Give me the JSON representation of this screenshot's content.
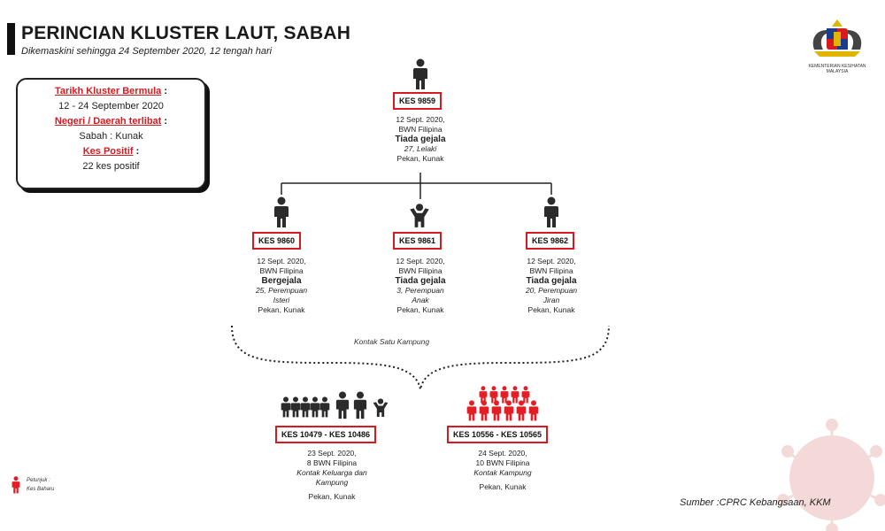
{
  "header": {
    "title": "PERINCIAN KLUSTER LAUT, SABAH",
    "subtitle": "Dikemaskini sehingga 24 September 2020, 12 tengah hari"
  },
  "logo": {
    "caption": "KEMENTERIAN KESIHATAN MALAYSIA"
  },
  "info_box": {
    "start_label": "Tarikh Kluster Bermula",
    "start_value": "12 - 24 September 2020",
    "region_label": "Negeri / Daerah terlibat",
    "region_value": "Sabah : Kunak",
    "positive_label": "Kes Positif",
    "positive_value": "22 kes positif",
    "colon": ":"
  },
  "index_case": {
    "id": "KES 9859",
    "date": "12 Sept. 2020,",
    "origin": "BWN Filipina",
    "symptom": "Tiada gejala",
    "detail": "27, Lelaki",
    "location": "Pekan, Kunak"
  },
  "secondary_cases": [
    {
      "id": "KES 9860",
      "date": "12 Sept. 2020,",
      "origin": "BWN Filipina",
      "symptom": "Bergejala",
      "detail1": "25, Perempuan",
      "detail2": "Isteri",
      "location": "Pekan, Kunak"
    },
    {
      "id": "KES 9861",
      "date": "12 Sept. 2020,",
      "origin": "BWN Filipina",
      "symptom": "Tiada gejala",
      "detail1": "3, Perempuan",
      "detail2": "Anak",
      "location": "Pekan, Kunak"
    },
    {
      "id": "KES 9862",
      "date": "12 Sept. 2020,",
      "origin": "BWN Filipina",
      "symptom": "Tiada gejala",
      "detail1": "20, Perempuan",
      "detail2": "Jiran",
      "location": "Pekan, Kunak"
    }
  ],
  "connector_label": "Kontak Satu Kampung",
  "group_cases": [
    {
      "id": "KES 10479 - KES 10486",
      "date": "23 Sept. 2020,",
      "count": "8 BWN Filipina",
      "contact1": "Kontak Keluarga dan",
      "contact2": "Kampung",
      "location": "Pekan, Kunak",
      "icon_color": "#2b2b2b"
    },
    {
      "id": "KES 10556 - KES 10565",
      "date": "24 Sept. 2020,",
      "count": "10 BWN Filipina",
      "contact1": "Kontak Kampung",
      "contact2": "",
      "location": "Pekan, Kunak",
      "icon_color": "#e31e24"
    }
  ],
  "legend": {
    "title": "Petunjuk :",
    "item": "Kes Baharu",
    "color": "#e31e24"
  },
  "source": "Sumber :CPRC Kebangsaan,  KKM",
  "colors": {
    "accent": "#d71920",
    "person": "#2b2b2b"
  }
}
